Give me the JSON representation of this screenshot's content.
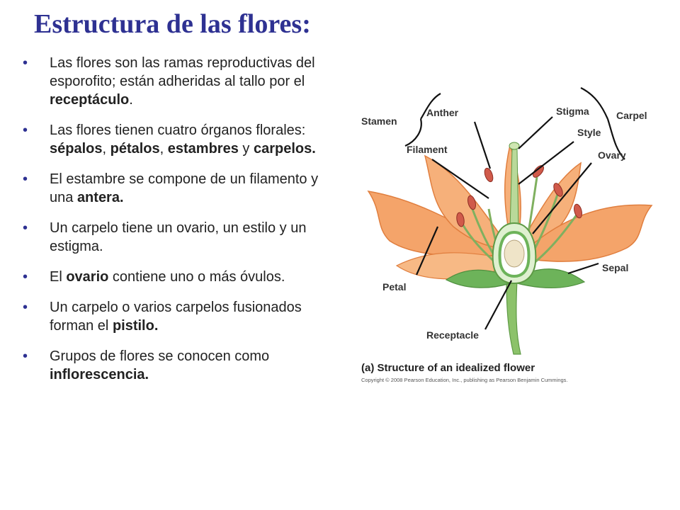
{
  "title": "Estructura de las flores:",
  "bullets": [
    {
      "parts": [
        {
          "t": "Las flores son las ramas reproductivas del esporofito; están adheridas al tallo por el "
        },
        {
          "t": "receptáculo",
          "b": true
        },
        {
          "t": "."
        }
      ]
    },
    {
      "parts": [
        {
          "t": "Las flores tienen cuatro órganos florales: "
        },
        {
          "t": "sépalos",
          "b": true
        },
        {
          "t": ", "
        },
        {
          "t": "pétalos",
          "b": true
        },
        {
          "t": ", "
        },
        {
          "t": "estambres",
          "b": true
        },
        {
          "t": " y "
        },
        {
          "t": "carpelos.",
          "b": true
        }
      ]
    },
    {
      "parts": [
        {
          "t": "El estambre se compone de un filamento y una "
        },
        {
          "t": "antera.",
          "b": true
        }
      ]
    },
    {
      "parts": [
        {
          "t": "Un carpelo tiene un ovario, un estilo y un estigma."
        }
      ]
    },
    {
      "parts": [
        {
          "t": "El "
        },
        {
          "t": "ovario",
          "b": true
        },
        {
          "t": " contiene uno o más óvulos."
        }
      ]
    },
    {
      "parts": [
        {
          "t": "Un carpelo o varios carpelos fusionados forman el "
        },
        {
          "t": "pistilo.",
          "b": true
        }
      ]
    },
    {
      "parts": [
        {
          "t": "Grupos de flores se conocen como "
        },
        {
          "t": "inflorescencia.",
          "b": true
        }
      ]
    }
  ],
  "diagram": {
    "labels": {
      "stamen": "Stamen",
      "anther": "Anther",
      "filament": "Filament",
      "stigma": "Stigma",
      "style": "Style",
      "ovary": "Ovary",
      "carpel": "Carpel",
      "petal": "Petal",
      "sepal": "Sepal",
      "receptacle": "Receptacle"
    },
    "caption": "(a) Structure of an idealized flower",
    "copyright": "Copyright © 2008 Pearson Education, Inc., publishing as Pearson Benjamin Cummings.",
    "colors": {
      "petal": "#f4a46a",
      "petal_edge": "#e07e3e",
      "sepal": "#6db35a",
      "stem": "#8cc26a",
      "anther": "#d05a4a",
      "ovule": "#efe4c8"
    }
  }
}
